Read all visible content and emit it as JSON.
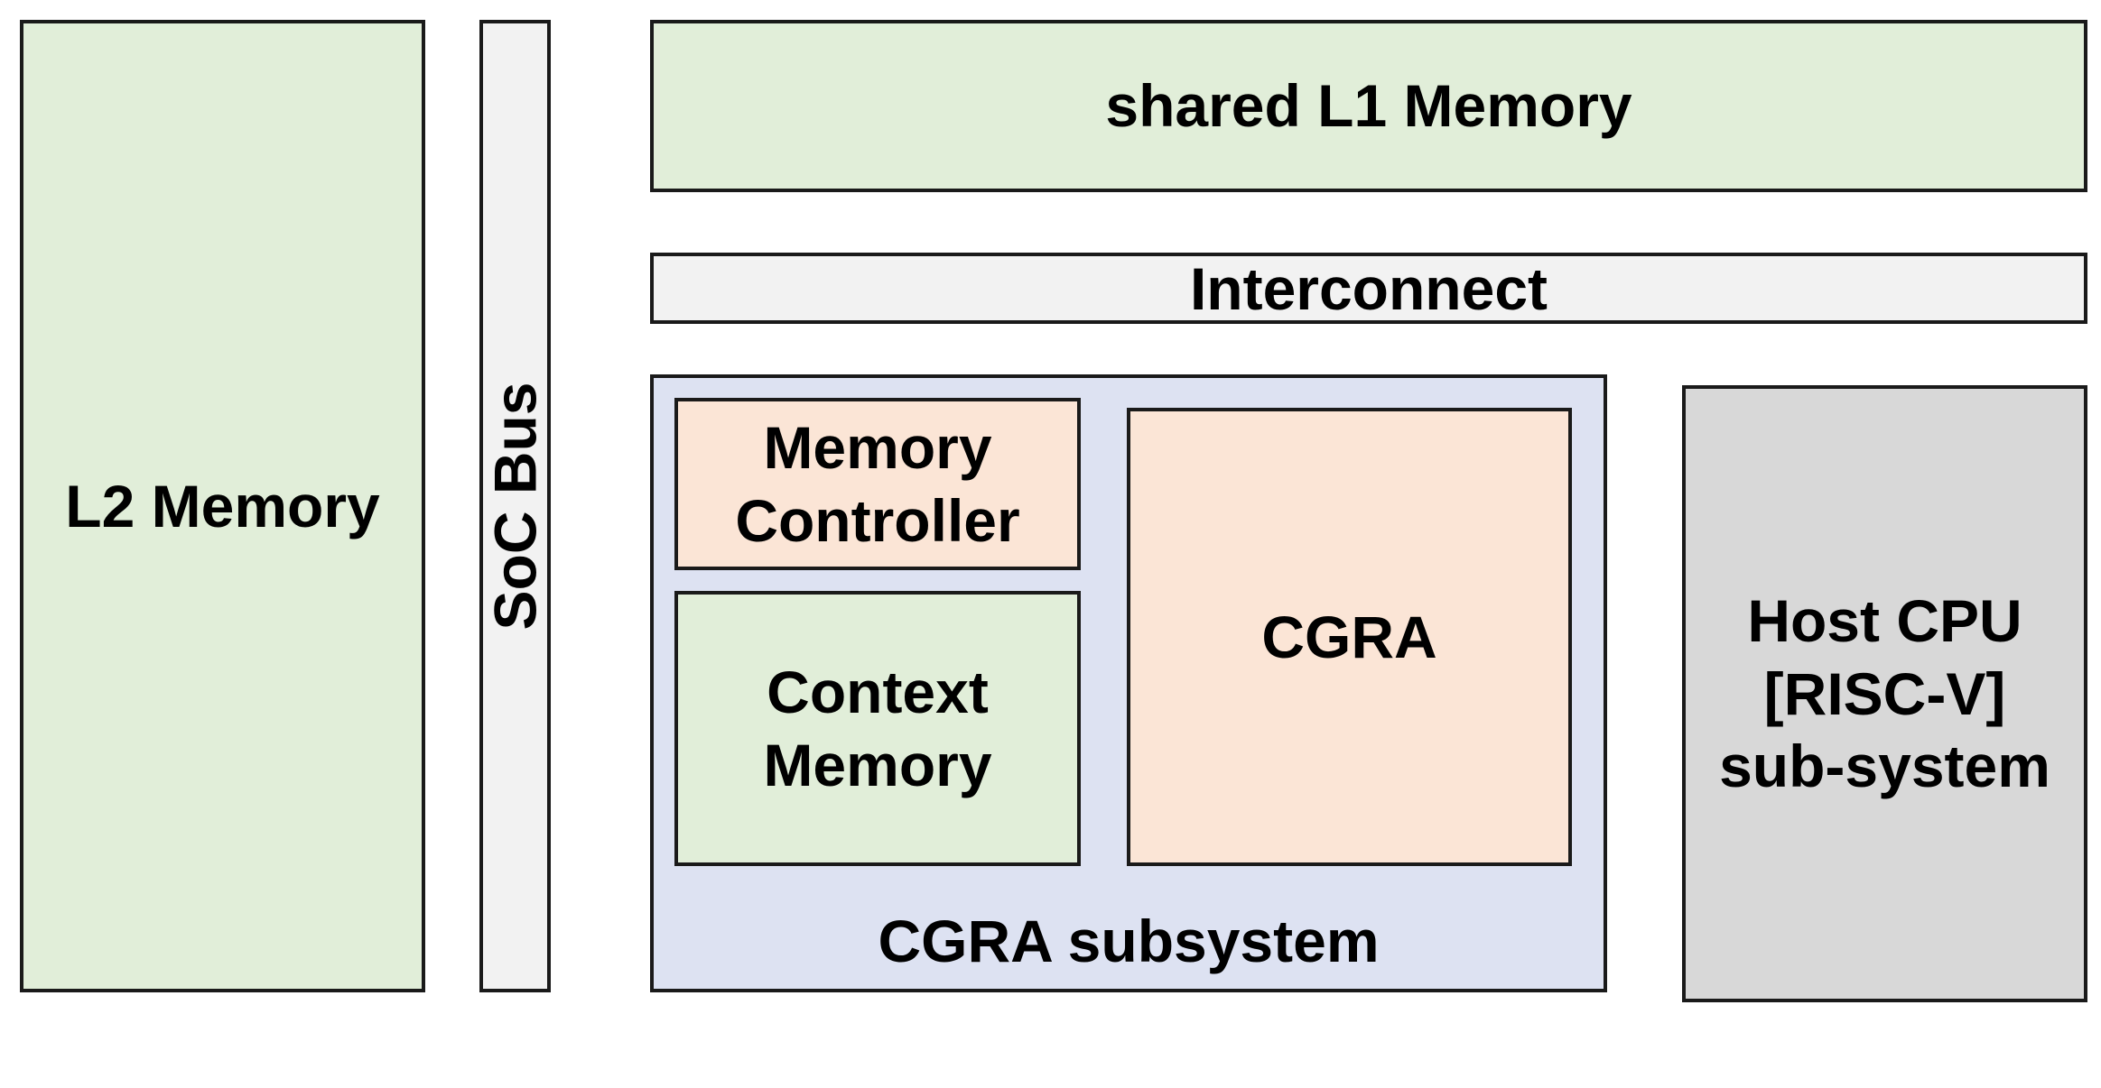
{
  "colors": {
    "memory_green": "#e1eed9",
    "bus_gray": "#f2f2f2",
    "subsystem_blue": "#dde2f2",
    "accelerator_peach": "#fbe5d6",
    "host_gray": "#d8d8d8",
    "border": "#1a1a1a"
  },
  "blocks": {
    "l2_memory": "L2 Memory",
    "soc_bus": "SoC Bus",
    "shared_l1_memory": "shared L1 Memory",
    "interconnect": "Interconnect",
    "cgra_subsystem": "CGRA subsystem",
    "memory_controller": "Memory\nController",
    "context_memory": "Context\nMemory",
    "cgra": "CGRA",
    "host_cpu": "Host CPU\n[RISC-V]\nsub-system"
  }
}
